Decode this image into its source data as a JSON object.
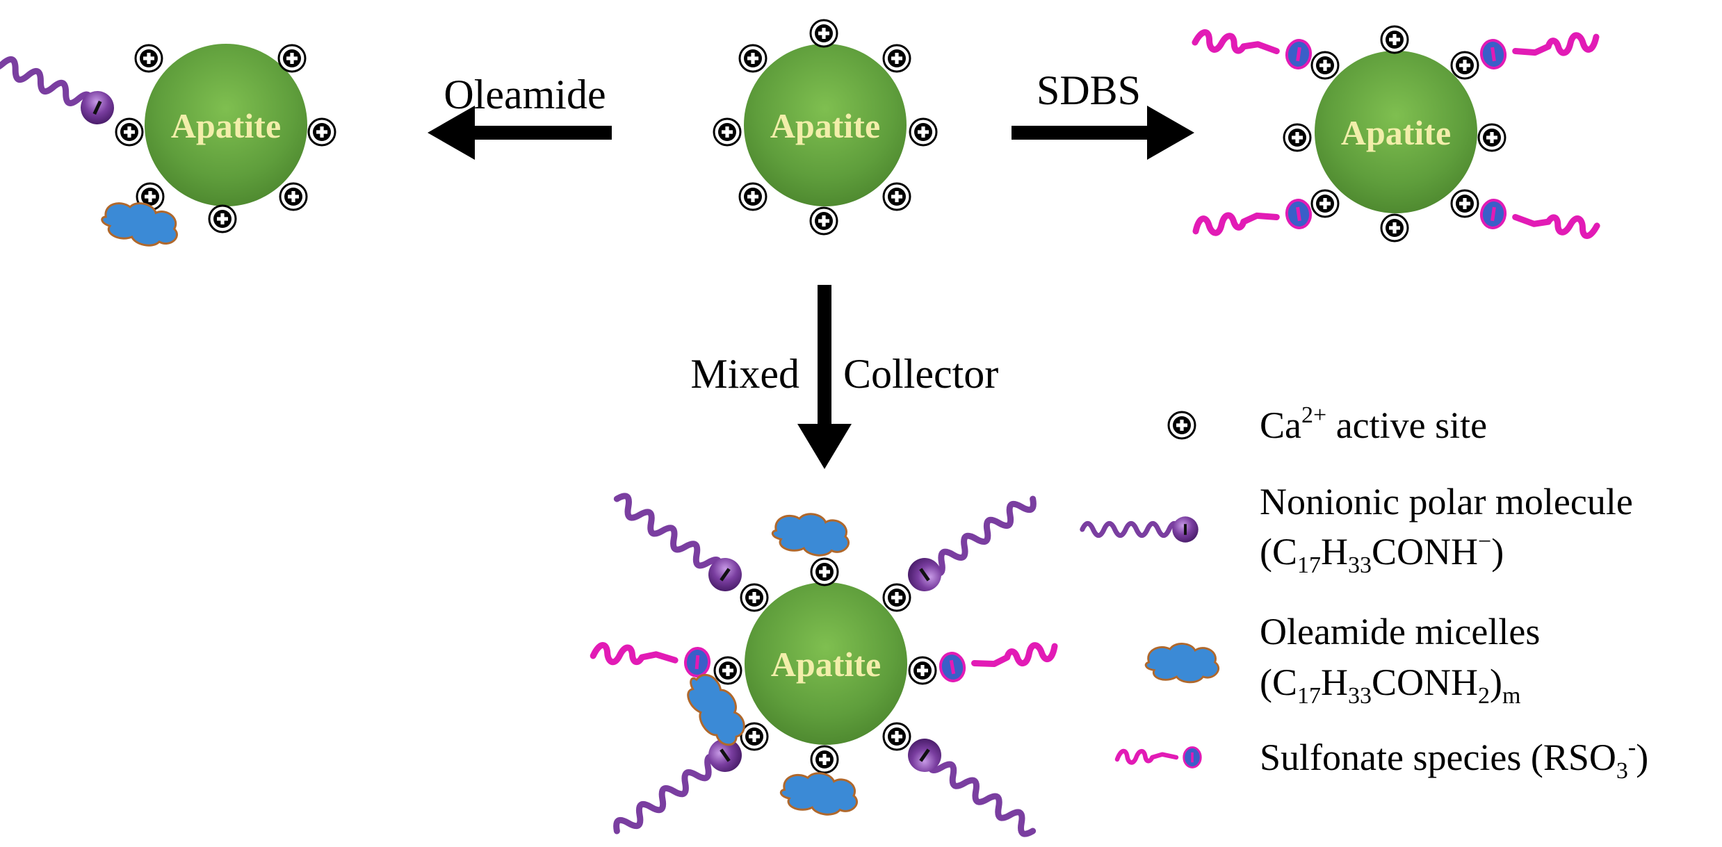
{
  "particles": {
    "center_label": "Apatite"
  },
  "arrows": {
    "left_label": "Oleamide",
    "right_label": "SDBS",
    "down_label_left": "Mixed",
    "down_label_right": "Collector"
  },
  "legend": {
    "ca": {
      "main": "Ca",
      "sup": "2+",
      "rest": " active site"
    },
    "nonionic": {
      "line1": "Nonionic polar molecule",
      "line2": {
        "a": "(C",
        "s1": "17",
        "b": "H",
        "s2": "33",
        "c": "CONH",
        "sup": "−",
        "d": ")"
      }
    },
    "micelle": {
      "line1": "Oleamide micelles",
      "line2": {
        "a": "(C",
        "s1": "17",
        "b": "H",
        "s2": "33",
        "c": "CONH",
        "s3": "2",
        "d": ")",
        "s4": "m"
      }
    },
    "sulfonate": {
      "a": "Sulfonate species (RSO",
      "sub": "3",
      "sup": "-",
      "b": ")"
    }
  },
  "colors": {
    "apatite_green": "#5f9e3c",
    "oleamide_purple": "#7a3ea0",
    "micelle_blue": "#3b8ad6",
    "micelle_outline": "#b0682c",
    "sdbs_magenta": "#e21bb5",
    "sdbs_head": "#3a5fc8"
  }
}
